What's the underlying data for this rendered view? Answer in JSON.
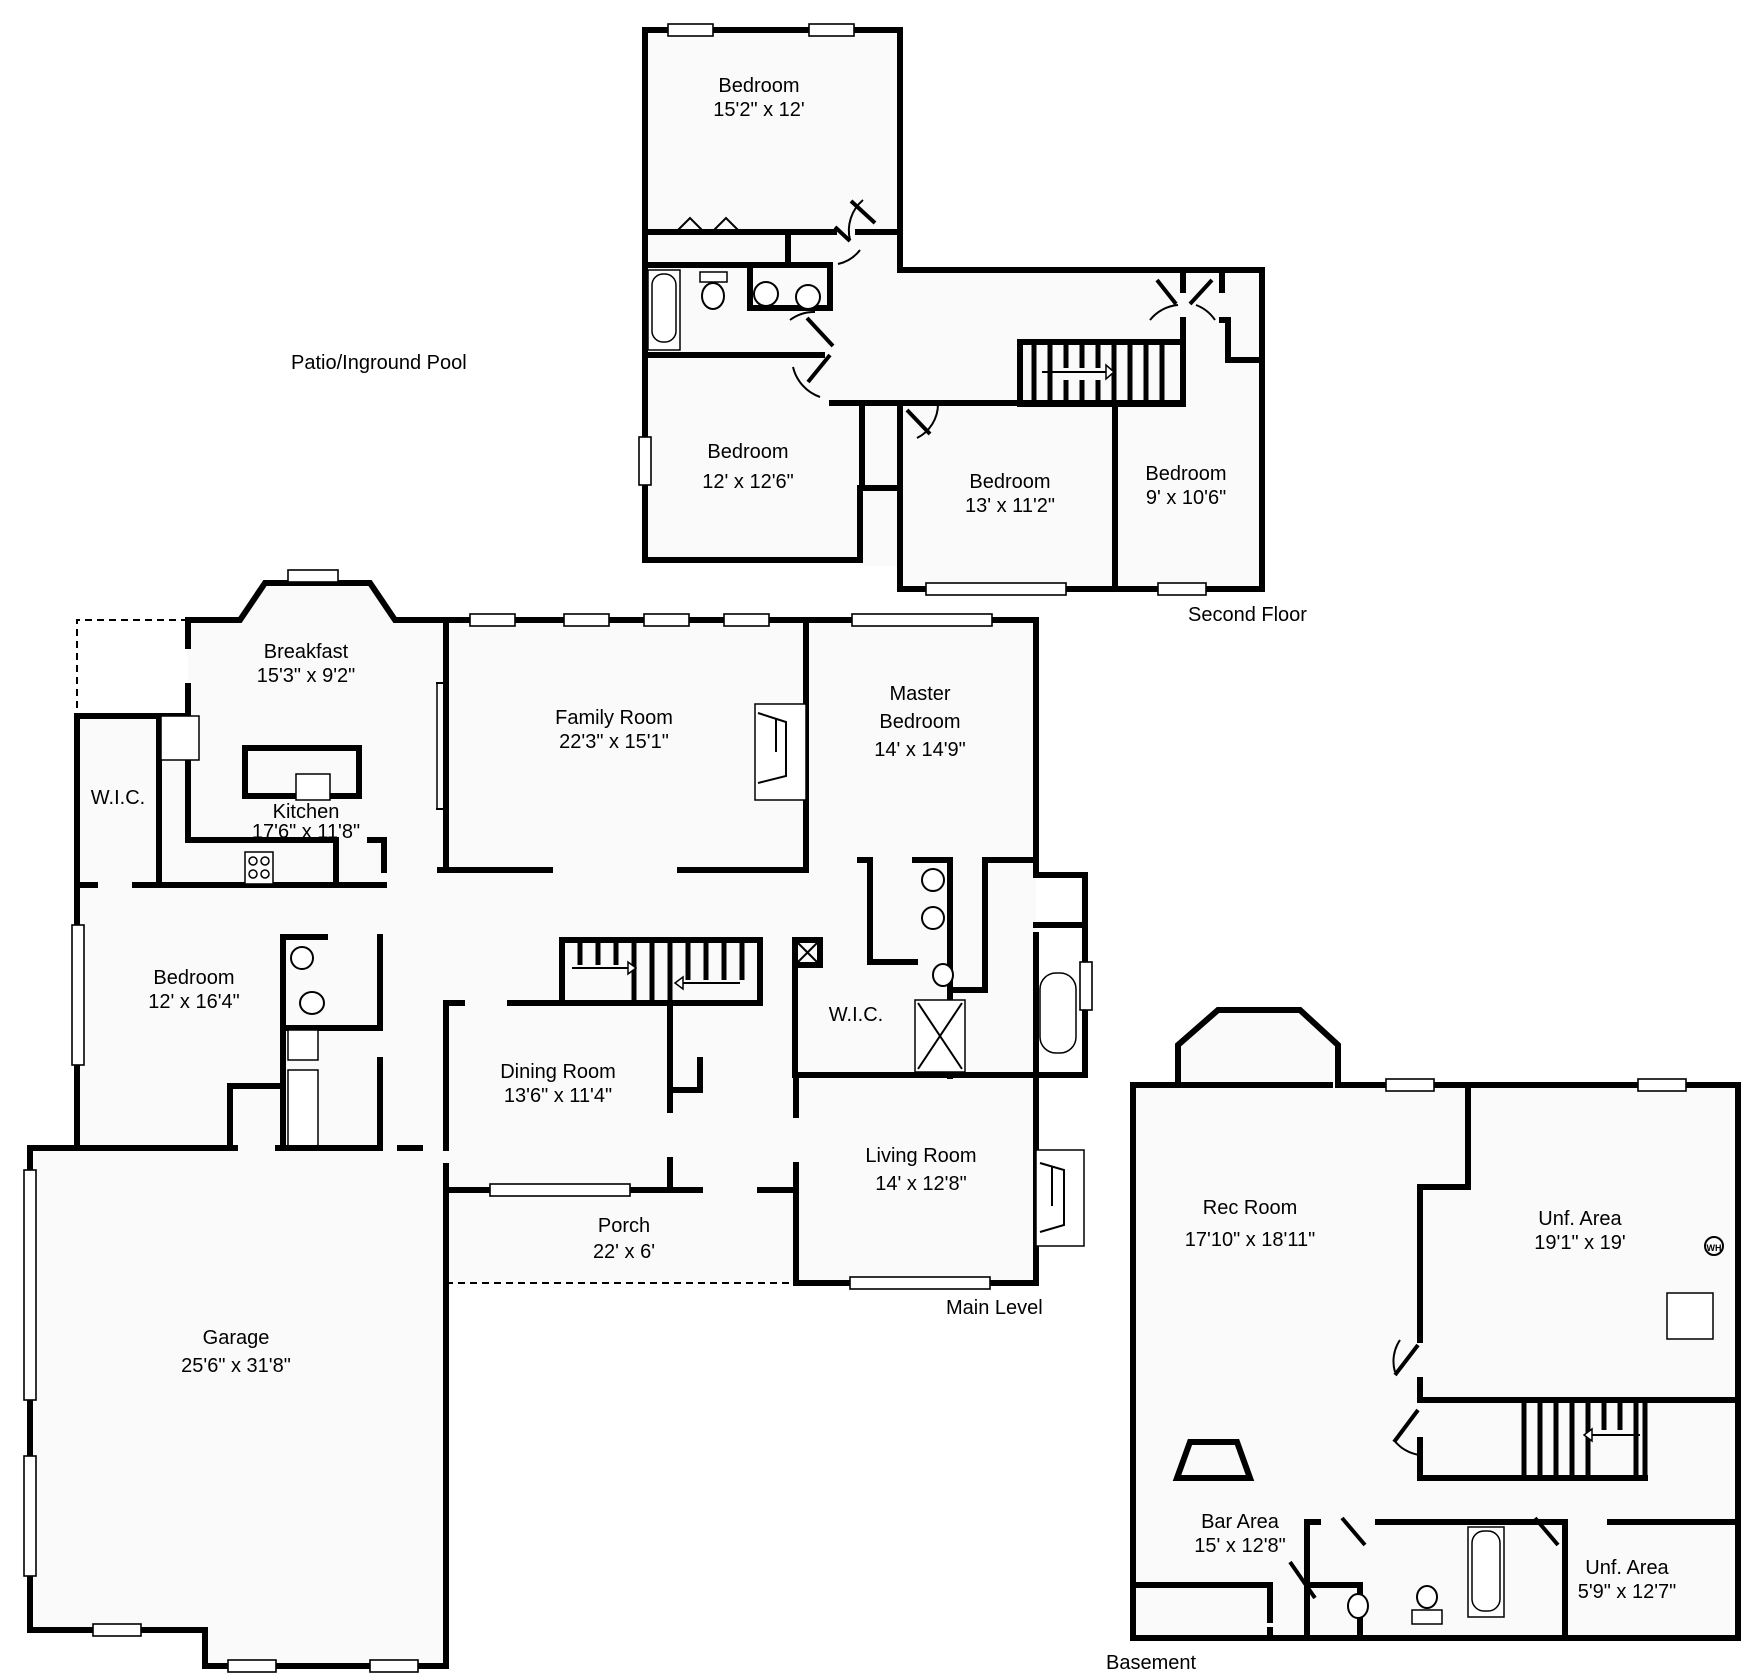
{
  "floors": {
    "second": {
      "label": "Second Floor",
      "rooms": [
        {
          "name": "Bedroom",
          "dims": "15'2\" x 12'"
        },
        {
          "name": "Bedroom",
          "dims": "12' x 12'6\""
        },
        {
          "name": "Bedroom",
          "dims": "13' x 11'2\""
        },
        {
          "name": "Bedroom",
          "dims": "9' x 10'6\""
        }
      ]
    },
    "main": {
      "label": "Main Level",
      "rooms": [
        {
          "name": "Breakfast",
          "dims": "15'3\" x 9'2\""
        },
        {
          "name": "Kitchen",
          "dims": "17'6\" x 11'8\""
        },
        {
          "name": "W.I.C.",
          "dims": ""
        },
        {
          "name": "Bedroom",
          "dims": "12' x 16'4\""
        },
        {
          "name": "Family Room",
          "dims": "22'3\" x 15'1\""
        },
        {
          "name": "Master Bedroom",
          "name_line1": "Master",
          "name_line2": "Bedroom",
          "dims": "14' x 14'9\""
        },
        {
          "name": "W.I.C.",
          "dims": ""
        },
        {
          "name": "Dining Room",
          "dims": "13'6\" x 11'4\""
        },
        {
          "name": "Living Room",
          "dims": "14' x 12'8\""
        },
        {
          "name": "Porch",
          "dims": "22' x 6'"
        },
        {
          "name": "Garage",
          "dims": "25'6\" x 31'8\""
        }
      ],
      "outdoor_label": "Patio/Inground Pool"
    },
    "basement": {
      "label": "Basement",
      "rooms": [
        {
          "name": "Rec Room",
          "dims": "17'10\" x 18'11\""
        },
        {
          "name": "Unf. Area",
          "dims": "19'1\" x 19'"
        },
        {
          "name": "Bar Area",
          "dims": "15' x 12'8\""
        },
        {
          "name": "Unf. Area",
          "dims": "5'9\" x 12'7\""
        }
      ],
      "fixtures": {
        "water_heater": "WH"
      }
    }
  }
}
